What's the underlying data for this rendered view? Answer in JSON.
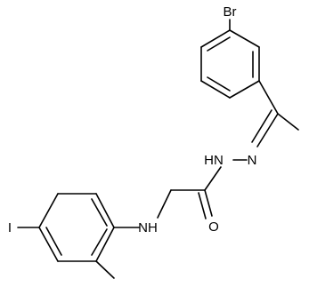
{
  "atom_labels": {
    "br": "Br",
    "nh_hydrazone": "HN",
    "n_imine": "N",
    "o": "O",
    "nh_amine": "NH",
    "i": "I"
  },
  "colors": {
    "bond": "#000000",
    "label": "#000000",
    "background": "#ffffff"
  }
}
